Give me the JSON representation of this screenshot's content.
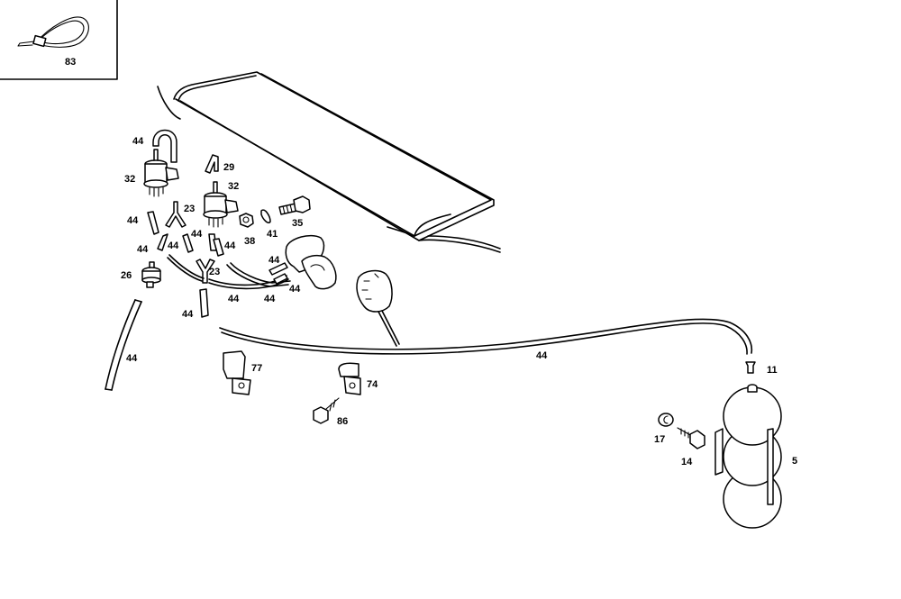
{
  "diagram": {
    "type": "exploded-parts-diagram",
    "inset": {
      "part_number": "83",
      "description": "cable tie"
    },
    "labels": {
      "l83": "83",
      "l44a": "44",
      "l32a": "32",
      "l29": "29",
      "l32b": "32",
      "l23a": "23",
      "l44b": "44",
      "l44c": "44",
      "l44d": "44",
      "l44e": "44",
      "l38": "38",
      "l41": "41",
      "l35": "35",
      "l26": "26",
      "l23b": "23",
      "l44f": "44",
      "l44g": "44",
      "l44h": "44",
      "l44i": "44",
      "l44j": "44",
      "l44k": "44",
      "l44l": "44",
      "l77": "77",
      "l74": "74",
      "l86": "86",
      "l11": "11",
      "l17": "17",
      "l14": "14",
      "l5": "5"
    },
    "part_numbers": [
      "5",
      "11",
      "14",
      "17",
      "23",
      "26",
      "29",
      "32",
      "35",
      "38",
      "41",
      "44",
      "74",
      "77",
      "83",
      "86"
    ]
  }
}
